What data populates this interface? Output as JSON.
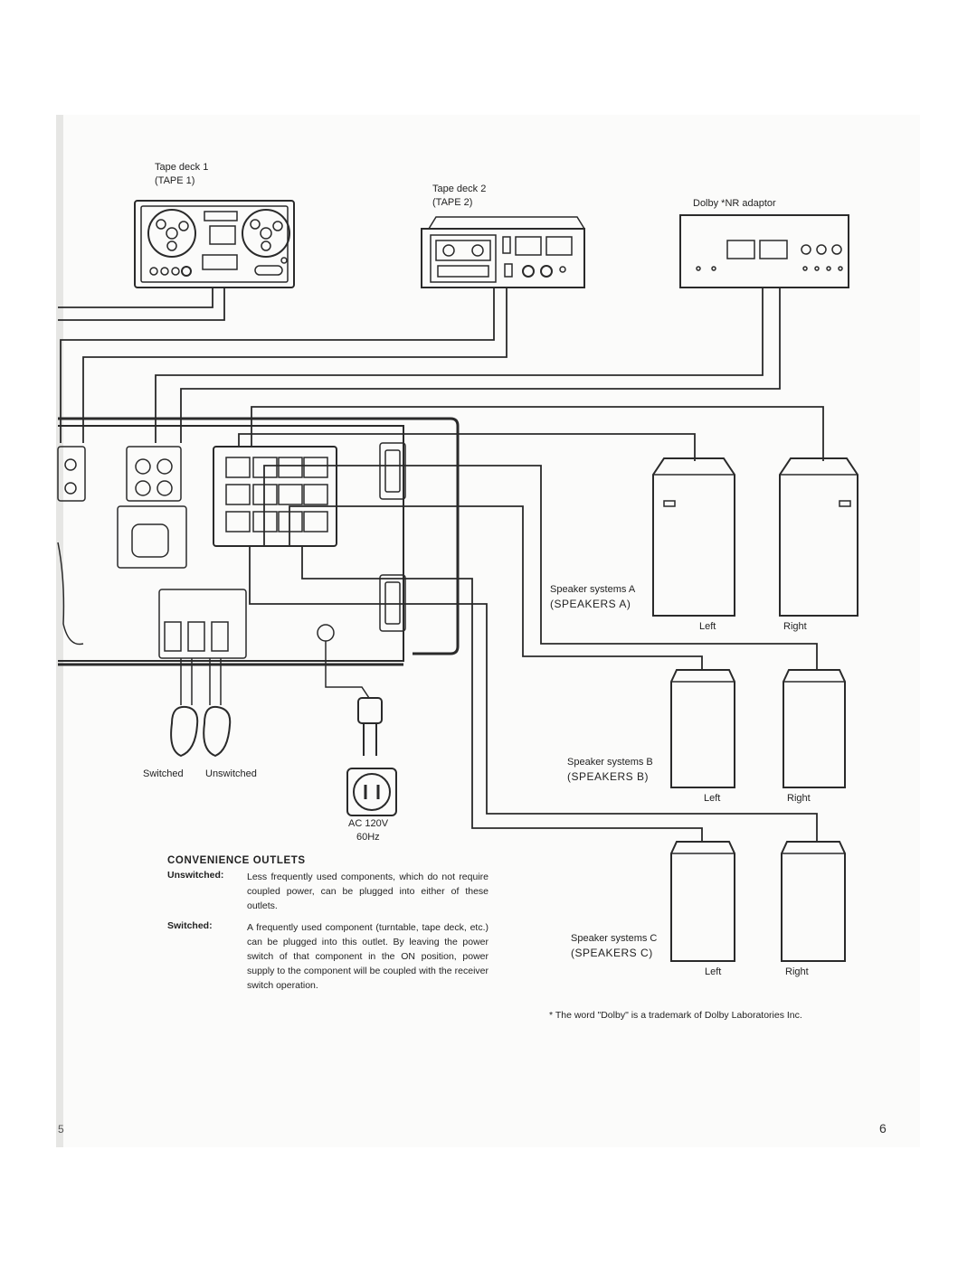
{
  "labels": {
    "tape1_line1": "Tape deck 1",
    "tape1_line2": "(TAPE 1)",
    "tape2_line1": "Tape deck 2",
    "tape2_line2": "(TAPE 2)",
    "dolby_adaptor": "Dolby *NR adaptor",
    "speakers_a_line1": "Speaker systems A",
    "speakers_a_line2": "(SPEAKERS  A)",
    "speakers_b_line1": "Speaker systems B",
    "speakers_b_line2": "(SPEAKERS  B)",
    "speakers_c_line1": "Speaker systems C",
    "speakers_c_line2": "(SPEAKERS  C)",
    "left": "Left",
    "right": "Right",
    "switched": "Switched",
    "unswitched": "Unswitched",
    "ac_line1": "AC 120V",
    "ac_line2": "60Hz"
  },
  "notes": {
    "heading": "CONVENIENCE OUTLETS",
    "unswitched_term": "Unswitched:",
    "unswitched_desc": "Less frequently used components, which do not require coupled power, can be plugged into either of these outlets.",
    "switched_term": "Switched:",
    "switched_desc": "A frequently used component (turntable, tape deck, etc.) can be plugged into this outlet. By leaving the power switch of that component in the ON position, power supply to the component will be coupled with the receiver switch operation."
  },
  "footnote": "*   The word \"Dolby\" is a trademark of Dolby Laboratories Inc.",
  "page_number": "6",
  "page_number_left": "5"
}
